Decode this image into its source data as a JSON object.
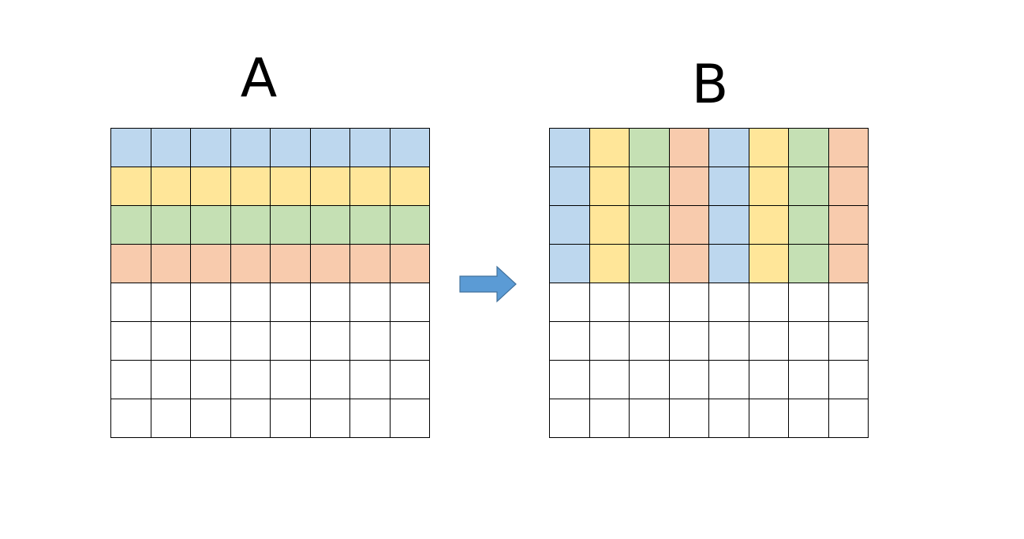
{
  "diagram": {
    "grid_a": {
      "label": "A",
      "rows": 8,
      "cols": 8,
      "colored_rows": [
        "blue",
        "yellow",
        "green",
        "orange"
      ],
      "fill_direction": "row"
    },
    "grid_b": {
      "label": "B",
      "rows": 8,
      "cols": 8,
      "colored_rows_count": 4,
      "column_pattern": [
        "blue",
        "yellow",
        "green",
        "orange",
        "blue",
        "yellow",
        "green",
        "orange"
      ],
      "fill_direction": "column"
    },
    "arrow": {
      "direction": "right",
      "color": "#5b9bd5"
    },
    "colors": {
      "blue": "#bdd7ee",
      "yellow": "#ffe699",
      "green": "#c5e0b4",
      "orange": "#f8cbad",
      "empty": "#ffffff"
    }
  }
}
